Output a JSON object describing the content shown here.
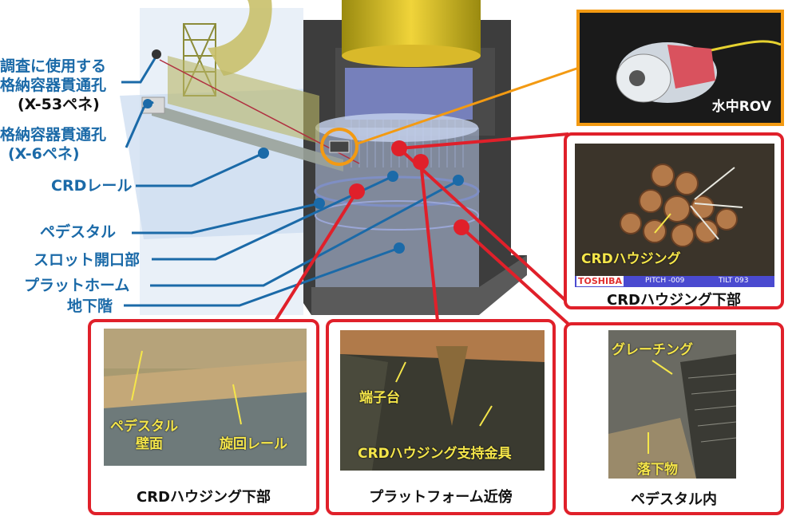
{
  "labels": {
    "penetration_x53_line1": "調査に使用する",
    "penetration_x53_line2": "格納容器貫通孔",
    "penetration_x53_line3": "(X-53ペネ)",
    "penetration_x6_line1": "格納容器貫通孔",
    "penetration_x6_line2": "(X-6ペネ)",
    "crd_rail": "CRDレール",
    "pedestal": "ペデスタル",
    "slot_opening": "スロット開口部",
    "platform": "プラットホーム",
    "basement": "地下階"
  },
  "rov": {
    "label": "水中ROV"
  },
  "photos": {
    "crd_housing_upper": {
      "caption": "CRDハウジング下部",
      "annotation": "CRDハウジング",
      "overlay_brand": "TOSHIBA",
      "overlay_pitch": "PITCH -009",
      "overlay_tilt": "TILT 093"
    },
    "crd_housing_lower": {
      "caption": "CRDハウジング下部",
      "annotation_wall_line1": "ペデスタル",
      "annotation_wall_line2": "壁面",
      "annotation_rail": "旋回レール"
    },
    "platform_vicinity": {
      "caption": "プラットフォーム近傍",
      "annotation_terminal": "端子台",
      "annotation_support": "CRDハウジング支持金具"
    },
    "pedestal_inside": {
      "caption": "ペデスタル内",
      "annotation_grating": "グレーチング",
      "annotation_debris": "落下物"
    }
  },
  "colors": {
    "label_blue": "#1b6aa8",
    "leader_red": "#e0202a",
    "rov_orange": "#f39a12",
    "annotation_yellow": "#f5e64a"
  }
}
